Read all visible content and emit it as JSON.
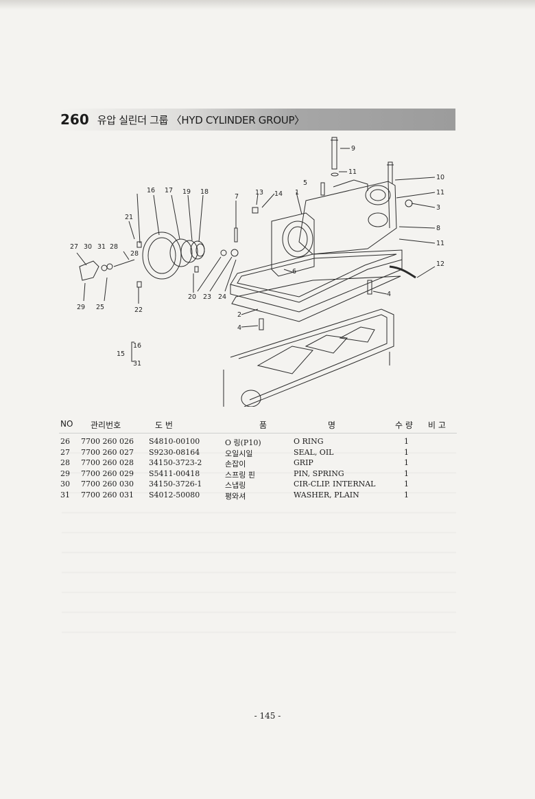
{
  "section": {
    "number": "260",
    "title": "유압 실린더 그룹 〈HYD CYLINDER GROUP〉"
  },
  "diagram": {
    "callouts": [
      "9",
      "11",
      "10",
      "11",
      "3",
      "8",
      "11",
      "12",
      "4",
      "5",
      "1",
      "13",
      "14",
      "7",
      "16",
      "17",
      "19",
      "18",
      "21",
      "28",
      "27",
      "30",
      "31",
      "28",
      "29",
      "25",
      "22",
      "20",
      "23",
      "24",
      "6",
      "2",
      "4",
      "15",
      "16",
      "31"
    ]
  },
  "table": {
    "headers": {
      "no": "NO",
      "mgmt": "관리번호",
      "dwg": "도  번",
      "name_a": "품",
      "name_b": "명",
      "qty": "수 량",
      "note": "비 고"
    },
    "rows": [
      {
        "no": "26",
        "mgmt": "7700 260 026",
        "dwg": "S4810-00100",
        "kr": "O 링(P10)",
        "en": "O RING",
        "qty": "1"
      },
      {
        "no": "27",
        "mgmt": "7700 260 027",
        "dwg": "S9230-08164",
        "kr": "오일시일",
        "en": "SEAL, OIL",
        "qty": "1"
      },
      {
        "no": "28",
        "mgmt": "7700 260 028",
        "dwg": "34150-3723-2",
        "kr": "손잡이",
        "en": "GRIP",
        "qty": "1"
      },
      {
        "no": "29",
        "mgmt": "7700 260 029",
        "dwg": "S5411-00418",
        "kr": "스프링 핀",
        "en": "PIN, SPRING",
        "qty": "1"
      },
      {
        "no": "30",
        "mgmt": "7700 260 030",
        "dwg": "34150-3726-1",
        "kr": "스냅링",
        "en": "CIR-CLIP. INTERNAL",
        "qty": "1"
      },
      {
        "no": "31",
        "mgmt": "7700 260 031",
        "dwg": "S4012-50080",
        "kr": "평와셔",
        "en": "WASHER, PLAIN",
        "qty": "1"
      }
    ]
  },
  "footer": {
    "page": "- 145 -"
  }
}
